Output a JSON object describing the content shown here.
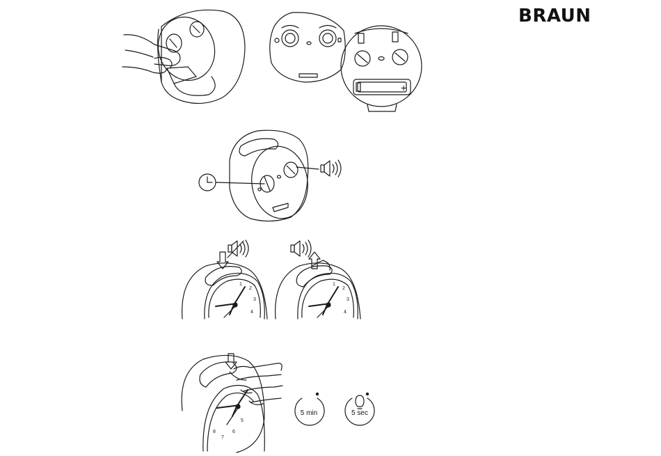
{
  "brand": {
    "logo_text": "BRAUN"
  },
  "panels": {
    "battery": {
      "plus_symbol": "+"
    },
    "controls": {
      "time_knob_icon": "clock-icon",
      "alarm_knob_icon": "speaker-icon"
    },
    "alarm_switch": {
      "off_icon": "speaker-muted-icon",
      "on_icon": "speaker-icon"
    },
    "snooze": {
      "snooze_time": "5 min",
      "light_time": "5 sec",
      "light_icon": "lightbulb-icon"
    }
  },
  "colors": {
    "line": "#1a1a1a",
    "background": "#ffffff"
  }
}
